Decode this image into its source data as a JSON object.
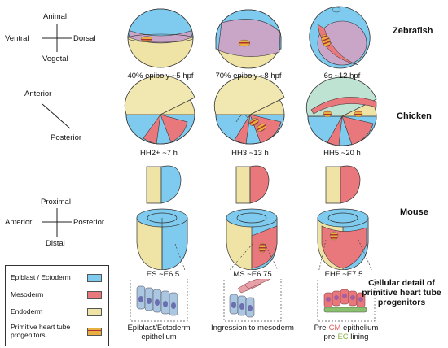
{
  "axes": {
    "zebrafish": {
      "top": "Animal",
      "left": "Ventral",
      "right": "Dorsal",
      "bottom": "Vegetal"
    },
    "chicken": {
      "top": "Anterior",
      "bottom": "Posterior"
    },
    "mouse": {
      "top": "Proximal",
      "left": "Anterior",
      "right": "Posterior",
      "bottom": "Distal"
    }
  },
  "species": {
    "zebrafish": "Zebrafish",
    "chicken": "Chicken",
    "mouse": "Mouse"
  },
  "stages": {
    "zebrafish": [
      "40% epiboly ~5 hpf",
      "70% epiboly ~8 hpf",
      "6s ~12 hpf"
    ],
    "chicken": [
      "HH2+ ~7 h",
      "HH3 ~13 h",
      "HH5 ~20 h"
    ],
    "mouse": [
      "ES ~E6.5",
      "MS ~E6.75",
      "EHF ~E7.5"
    ]
  },
  "cellular_header": "Cellular detail of primitive heart tube progenitors",
  "details": {
    "col1": "Epiblast/Ectoderm epithelium",
    "col2": "Ingression to mesoderm",
    "col3_line1_a": "Pre-",
    "col3_line1_b": "CM",
    "col3_line1_c": " epithelium",
    "col3_line2_a": "pre-",
    "col3_line2_b": "EC",
    "col3_line2_c": " lining"
  },
  "legend": [
    {
      "label": "Epiblast / Ectoderm",
      "color": "#7ecbef"
    },
    {
      "label": "Mesoderm",
      "color": "#e8787c"
    },
    {
      "label": "Endoderm",
      "color": "#efe3a6"
    },
    {
      "label": "Primitive heart tube progenitors",
      "color": "#e8b040"
    }
  ],
  "colors": {
    "ectoderm": "#7ecbef",
    "mesoderm": "#e8787c",
    "endoderm": "#efe3a6",
    "progenitor": "#e8b040",
    "progenitor_stripe": "#b0302f",
    "purple": "#c9a5c8",
    "cm_text": "#e05a5a",
    "ec_text": "#8bb04a"
  }
}
